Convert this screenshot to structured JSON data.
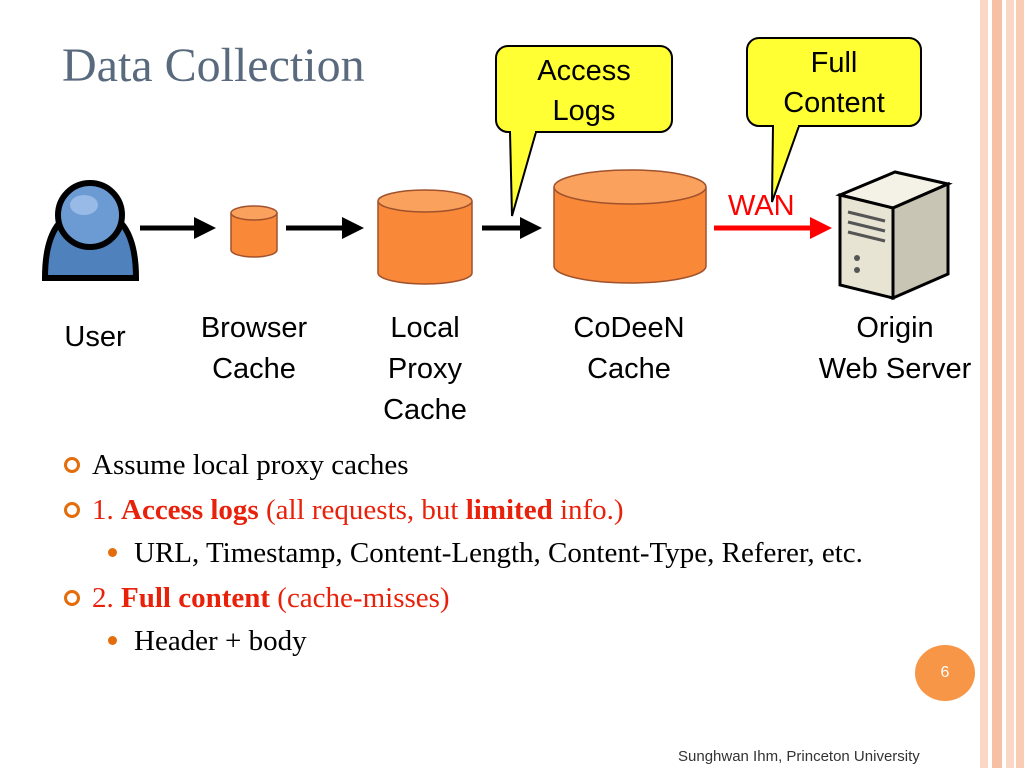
{
  "title": "Data Collection",
  "callouts": {
    "access_logs": {
      "line1": "Access",
      "line2": "Logs"
    },
    "full_content": {
      "line1": "Full",
      "line2": "Content"
    }
  },
  "link_label": "WAN",
  "nodes": {
    "user": "User",
    "browser_cache": {
      "line1": "Browser",
      "line2": "Cache"
    },
    "local_proxy_cache": {
      "line1": "Local",
      "line2": "Proxy",
      "line3": "Cache"
    },
    "codeen_cache": {
      "line1": "CoDeeN",
      "line2": "Cache"
    },
    "origin_web_server": {
      "line1": "Origin",
      "line2": "Web Server"
    }
  },
  "bullets": {
    "b1": "Assume local proxy caches",
    "b2": {
      "num": "1. ",
      "bold1": "Access logs",
      "mid": " (all requests, but ",
      "bold2": "limited",
      "end": " info.)"
    },
    "b2_sub": "URL, Timestamp, Content-Length, Content-Type, Referer, etc.",
    "b3": {
      "num": "2. ",
      "bold": "Full content",
      "end": " (cache-misses)"
    },
    "b3_sub": "Header + body"
  },
  "page_number": "6",
  "footer": "Sunghwan Ihm, Princeton University",
  "colors": {
    "cylinder": "#f98838",
    "cylinder_top": "#fba15e",
    "callout_fill": "#ffff33",
    "wan_red": "#ff0000",
    "accent": "#e46c0a",
    "title": "#5a6a7e",
    "stripe": "#f7c8b0"
  }
}
